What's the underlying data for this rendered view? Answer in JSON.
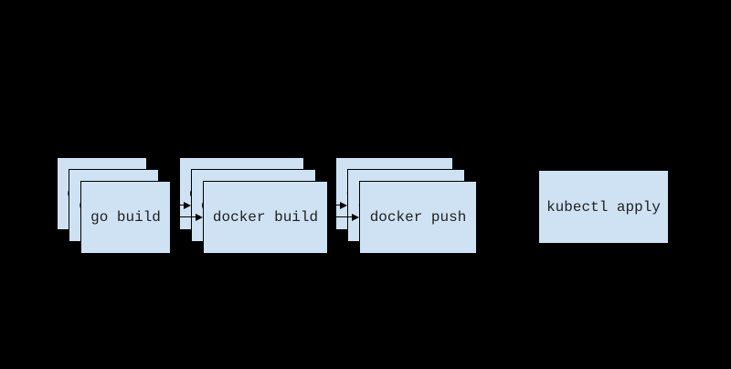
{
  "canvas": {
    "background_color": "#000000"
  },
  "diagram": {
    "type": "pipeline-flow",
    "colors": {
      "box_fill": "#cfe2f3",
      "box_border": "#000000",
      "label_text": "#1f1f1f",
      "arrow": "#000000"
    },
    "stacks": [
      {
        "label": "go build",
        "layers": 3
      },
      {
        "label": "docker build",
        "layers": 3
      },
      {
        "label": "docker push",
        "layers": 3
      }
    ],
    "single_boxes": [
      {
        "label": "kubectl apply"
      }
    ],
    "connections": [
      {
        "from": "go build",
        "to": "docker build"
      },
      {
        "from": "docker build",
        "to": "docker push"
      }
    ]
  }
}
